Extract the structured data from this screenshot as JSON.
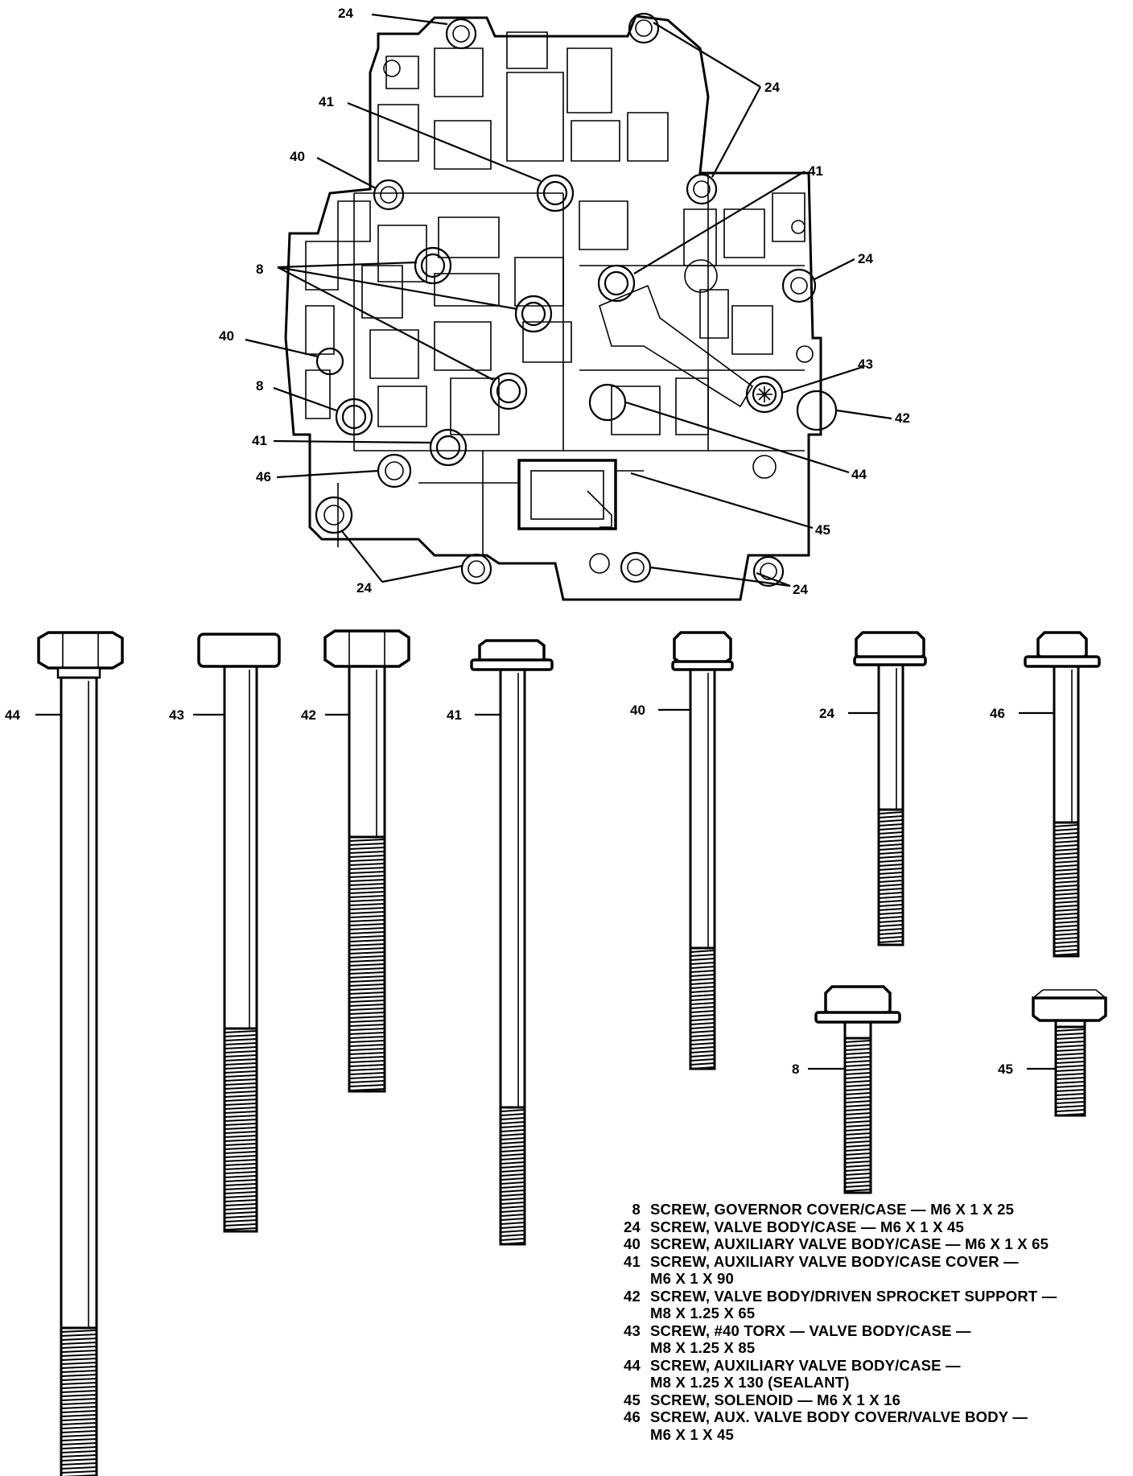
{
  "callouts": {
    "top_24_a": "24",
    "top_24_b": "24",
    "top_41_a": "41",
    "top_40_a": "40",
    "top_41_b": "41",
    "top_24_c": "24",
    "top_8": "8",
    "top_40_b": "40",
    "top_43": "43",
    "top_8_b": "8",
    "top_42": "42",
    "top_41_c": "41",
    "top_46": "46",
    "top_44": "44",
    "top_45": "45",
    "top_24_d": "24",
    "top_24_e": "24"
  },
  "bolts": [
    {
      "id": "44"
    },
    {
      "id": "43"
    },
    {
      "id": "42"
    },
    {
      "id": "41"
    },
    {
      "id": "40"
    },
    {
      "id": "24"
    },
    {
      "id": "46"
    },
    {
      "id": "8"
    },
    {
      "id": "45"
    }
  ],
  "legend": [
    {
      "num": "8",
      "lines": [
        "SCREW, GOVERNOR COVER/CASE — M6 X 1 X 25"
      ]
    },
    {
      "num": "24",
      "lines": [
        "SCREW, VALVE BODY/CASE — M6 X 1 X 45"
      ]
    },
    {
      "num": "40",
      "lines": [
        "SCREW, AUXILIARY VALVE BODY/CASE — M6 X 1 X 65"
      ]
    },
    {
      "num": "41",
      "lines": [
        "SCREW, AUXILIARY VALVE BODY/CASE COVER —",
        "M6 X 1 X 90"
      ]
    },
    {
      "num": "42",
      "lines": [
        "SCREW, VALVE BODY/DRIVEN SPROCKET SUPPORT —",
        "M8 X 1.25 X 65"
      ]
    },
    {
      "num": "43",
      "lines": [
        "SCREW, #40 TORX — VALVE BODY/CASE —",
        "M8 X 1.25 X 85"
      ]
    },
    {
      "num": "44",
      "lines": [
        "SCREW, AUXILIARY VALVE BODY/CASE —",
        "M8 X 1.25 X 130 (SEALANT)"
      ]
    },
    {
      "num": "45",
      "lines": [
        "SCREW, SOLENOID — M6 X 1 X 16"
      ]
    },
    {
      "num": "46",
      "lines": [
        "SCREW, AUX. VALVE BODY COVER/VALVE BODY —",
        "M6 X 1 X 45"
      ]
    }
  ]
}
